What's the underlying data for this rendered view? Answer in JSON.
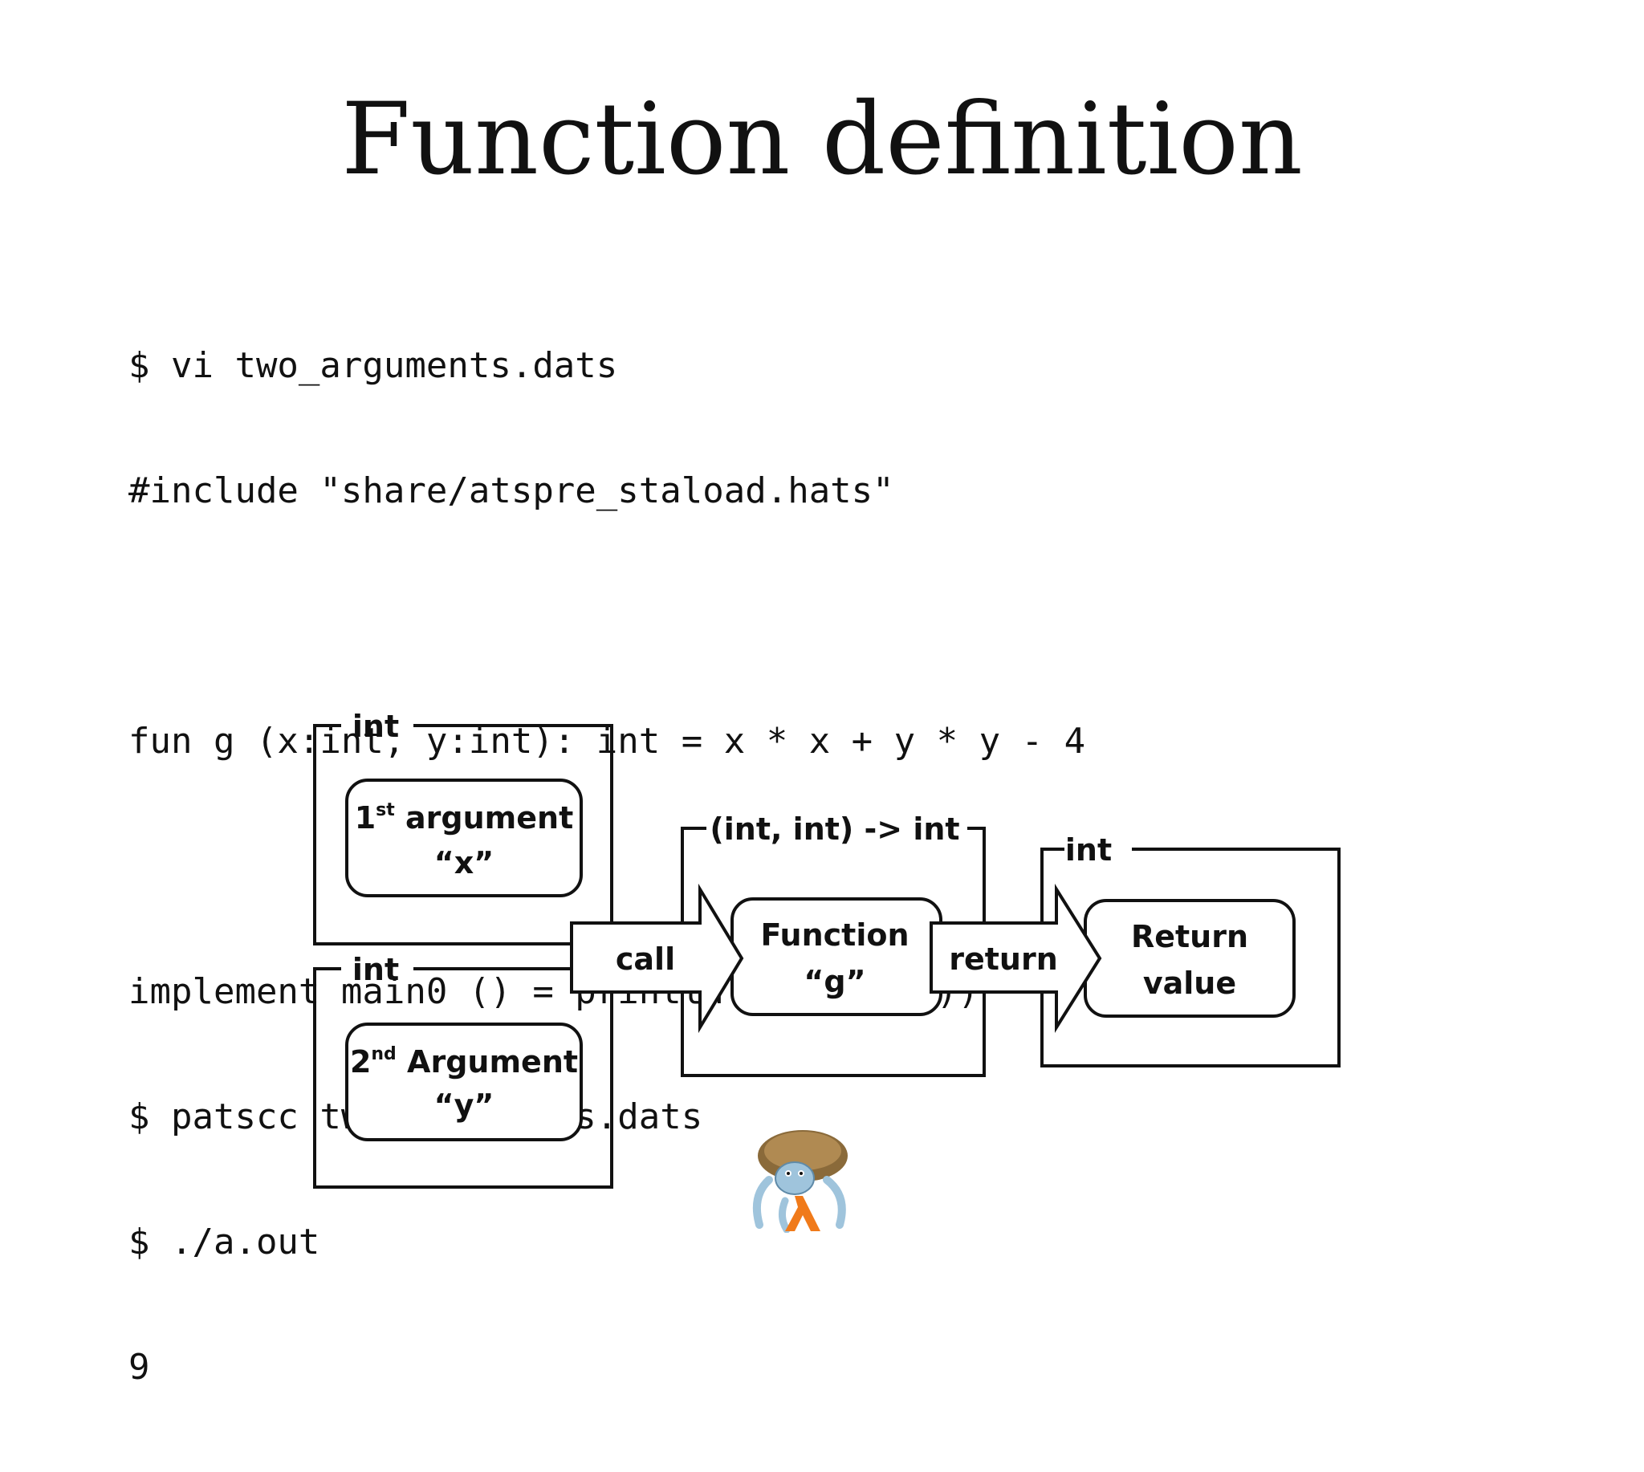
{
  "slide": {
    "title": "Function definition"
  },
  "code": {
    "lines": [
      "$ vi two_arguments.dats",
      "#include \"share/atspre_staload.hats\"",
      "",
      "fun g (x:int, y:int): int = x * x + y * y - 4",
      "",
      "implement main0 () = println! (g (3, 2))",
      "$ patscc two_arguments.dats",
      "$ ./a.out",
      "9"
    ]
  },
  "diagram": {
    "arg1": {
      "type_label": "int",
      "box_ordinal": "1",
      "box_ordinal_sup": "st",
      "box_title": "argument",
      "box_name": "“x”"
    },
    "arg2": {
      "type_label": "int",
      "box_ordinal": "2",
      "box_ordinal_sup": "nd",
      "box_title": "Argument",
      "box_name": "“y”"
    },
    "call_label": "call",
    "function": {
      "type_label": "(int, int) -> int",
      "box_title": "Function",
      "box_name": "“g”"
    },
    "return_label": "return",
    "result": {
      "type_label": "int",
      "box_title": "Return",
      "box_name": "value"
    }
  },
  "logo": {
    "icon": "ats-mascot-logo",
    "colors": {
      "shell": "#8a6a3a",
      "body": "#9fc4dc",
      "lambda": "#f07a1a"
    }
  }
}
